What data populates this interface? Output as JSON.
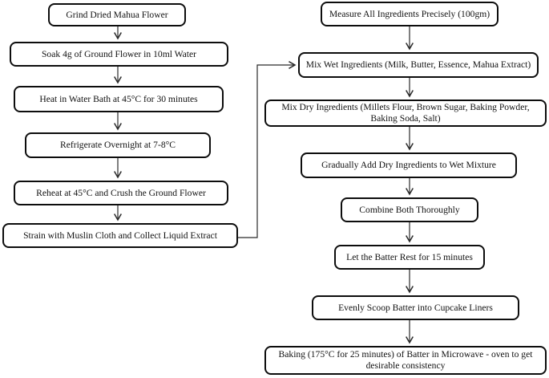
{
  "flow": {
    "left_branch": [
      {
        "label": "Grind Dried Mahua Flower"
      },
      {
        "label": "Soak 4g of Ground Flower in 10ml Water"
      },
      {
        "label": "Heat in Water Bath at 45°C for 30 minutes"
      },
      {
        "label": "Refrigerate Overnight at 7-8°C"
      },
      {
        "label": "Reheat at 45°C and Crush the Ground Flower"
      },
      {
        "label": "Strain with Muslin Cloth and Collect Liquid Extract"
      }
    ],
    "right_branch": [
      {
        "label": "Measure All Ingredients  Precisely (100gm)"
      },
      {
        "label": "Mix Wet Ingredients (Milk, Butter, Essence, Mahua Extract)"
      },
      {
        "label": "Mix Dry Ingredients (Millets Flour, Brown Sugar, Baking Powder, Baking Soda, Salt)"
      },
      {
        "label": "Gradually Add Dry Ingredients to Wet Mixture"
      },
      {
        "label": "Combine Both Thoroughly"
      },
      {
        "label": "Let the Batter Rest for 15 minutes"
      },
      {
        "label": "Evenly Scoop Batter into  Cupcake Liners"
      },
      {
        "label": "Baking (175°C for 25 minutes) of  Batter in Microwave - oven to get desirable consistency"
      }
    ]
  },
  "colors": {
    "background": "#ffffff",
    "box_border": "#0d0d0d",
    "box_fill": "#ffffff",
    "arrow_line": "#2a2a2a",
    "text": "#111111"
  }
}
